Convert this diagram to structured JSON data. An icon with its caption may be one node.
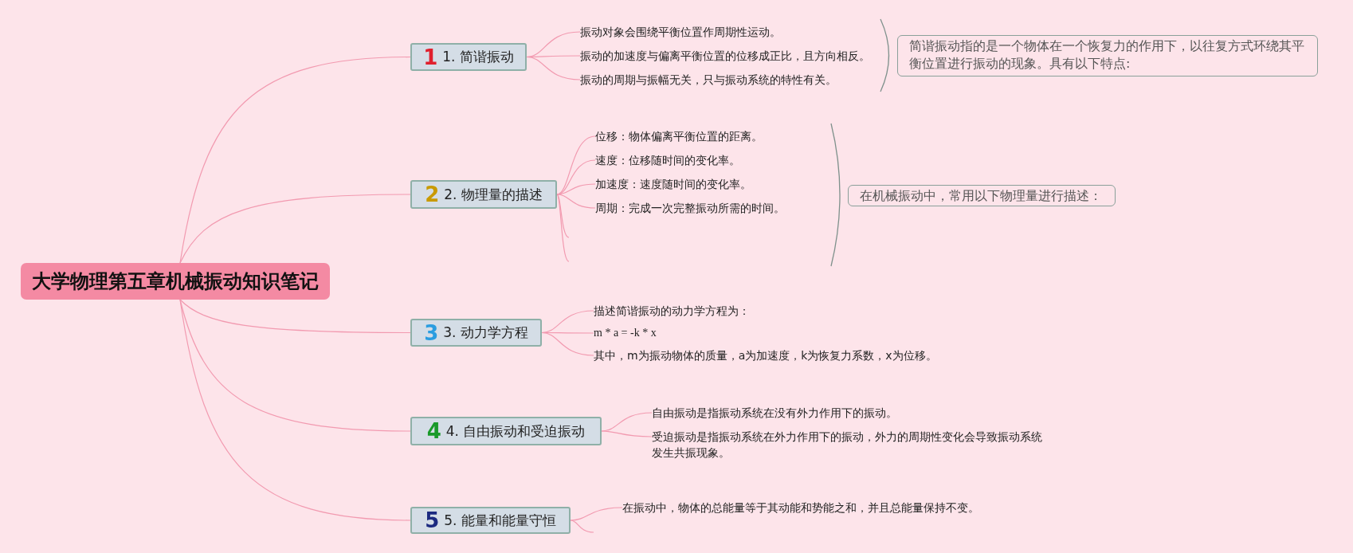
{
  "diagram": {
    "nodes": [
      {
        "text": [
          "大学物理第五章机械振动知识笔记"
        ]
      },
      {
        "text": [
          "1",
          "1. 简谐振动"
        ]
      },
      {
        "text": [
          "振动对象会围绕平衡位置作周期性运动。"
        ]
      },
      {
        "text": [
          "振动的加速度与偏离平衡位置的位移成正比，且方向相反。"
        ]
      },
      {
        "text": [
          "振动的周期与振幅无关，只与振动系统的特性有关。"
        ]
      },
      {
        "text": [
          "简谐振动指的是一个物体在一个恢复力的作用下，以往复方式环绕其平衡位置进行振动的现象。具有以下特点:"
        ]
      },
      {
        "text": [
          "2",
          "2. 物理量的描述"
        ]
      },
      {
        "text": [
          "位移：物体偏离平衡位置的距离。"
        ]
      },
      {
        "text": [
          "速度：位移随时间的变化率。"
        ]
      },
      {
        "text": [
          "加速度：速度随时间的变化率。"
        ]
      },
      {
        "text": [
          "周期：完成一次完整振动所需的时间。"
        ]
      },
      {
        "text": [
          "在机械振动中，常用以下物理量进行描述："
        ]
      },
      {
        "text": [
          "3",
          "3. 动力学方程"
        ]
      },
      {
        "text": [
          "描述简谐振动的动力学方程为："
        ]
      },
      {
        "text": [
          "m * a = -k * x"
        ]
      },
      {
        "text": [
          "其中，m为振动物体的质量，a为加速度，k为恢复力系数，x为位移。"
        ]
      },
      {
        "text": [
          "4",
          "4. 自由振动和受迫振动"
        ]
      },
      {
        "text": [
          "自由振动是指振动系统在没有外力作用下的振动。"
        ]
      },
      {
        "text": [
          "受迫振动是指振动系统在外力作用下的振动，外力的周期性变化会导致振动系统发生共振现象。"
        ]
      },
      {
        "text": [
          "5",
          "5. 能量和能量守恒"
        ]
      },
      {
        "text": [
          "在振动中，物体的总能量等于其动能和势能之和，并且总能量保持不变。"
        ]
      }
    ],
    "edges": [
      {
        "from": 0,
        "to": 1,
        "arrow": "none"
      },
      {
        "from": 0,
        "to": 6,
        "arrow": "none"
      },
      {
        "from": 0,
        "to": 12,
        "arrow": "none"
      },
      {
        "from": 0,
        "to": 16,
        "arrow": "none"
      },
      {
        "from": 0,
        "to": 19,
        "arrow": "none"
      },
      {
        "from": 1,
        "to": 2,
        "arrow": "none"
      },
      {
        "from": 1,
        "to": 3,
        "arrow": "none"
      },
      {
        "from": 1,
        "to": 4,
        "arrow": "none"
      },
      {
        "from": 6,
        "to": 7,
        "arrow": "none"
      },
      {
        "from": 6,
        "to": 8,
        "arrow": "none"
      },
      {
        "from": 6,
        "to": 9,
        "arrow": "none"
      },
      {
        "from": 6,
        "to": 10,
        "arrow": "none"
      },
      {
        "from": 6,
        "to": null,
        "arrow": "none"
      },
      {
        "from": 6,
        "to": null,
        "arrow": "none"
      },
      {
        "from": 12,
        "to": 13,
        "arrow": "none"
      },
      {
        "from": 12,
        "to": 14,
        "arrow": "none"
      },
      {
        "from": 12,
        "to": 15,
        "arrow": "none"
      },
      {
        "from": 16,
        "to": 17,
        "arrow": "none"
      },
      {
        "from": 16,
        "to": 18,
        "arrow": "none"
      },
      {
        "from": 19,
        "to": 20,
        "arrow": "none"
      },
      {
        "from": 19,
        "to": null,
        "arrow": "none"
      }
    ]
  }
}
